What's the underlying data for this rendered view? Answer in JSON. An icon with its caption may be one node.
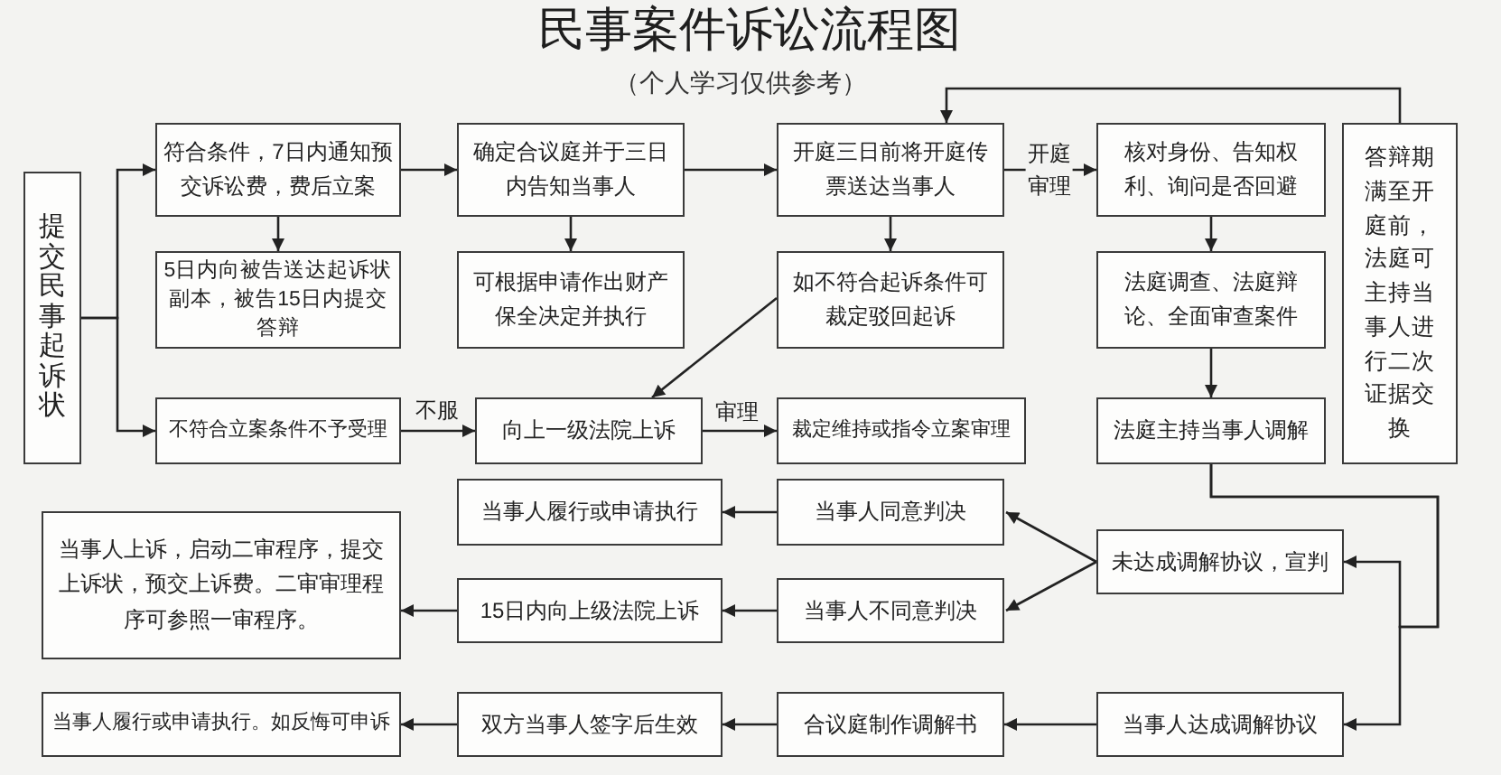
{
  "diagram": {
    "title": "民事案件诉讼流程图",
    "nodes": [
      {
        "text": [
          "提交民事起诉状"
        ]
      },
      {
        "text": [
          "符合条件，7日内通知预交诉讼费，费后立案"
        ]
      },
      {
        "text": [
          "5日内向被告送达起诉状副本，被告15日内提交答辩"
        ]
      },
      {
        "text": [
          "不符合立案条件不予受理"
        ]
      },
      {
        "text": [
          "确定合议庭并于三日内告知当事人"
        ]
      },
      {
        "text": [
          "可根据申请作出财产保全决定并执行"
        ]
      },
      {
        "text": [
          "向上一级法院上诉"
        ]
      },
      {
        "text": [
          "开庭三日前将开庭传票送达当事人"
        ]
      },
      {
        "text": [
          "如不符合起诉条件可裁定驳回起诉"
        ]
      },
      {
        "text": [
          "裁定维持或指令立案审理"
        ]
      },
      {
        "text": [
          "核对身份、告知权利、询问是否回避"
        ]
      },
      {
        "text": [
          "法庭调查、法庭辩论、全面审查案件"
        ]
      },
      {
        "text": [
          "法庭主持当事人调解"
        ]
      },
      {
        "text": [
          "答辩期满至开庭前，法庭可主持当事人进行二次证据交换"
        ]
      },
      {
        "text": [
          "当事人履行或申请执行"
        ]
      },
      {
        "text": [
          "当事人同意判决"
        ]
      },
      {
        "text": [
          "当事人上诉，启动二审程序，提交上诉状，预交上诉费。二审审理程序可参照一审程序。"
        ]
      },
      {
        "text": [
          "15日内向上级法院上诉"
        ]
      },
      {
        "text": [
          "当事人不同意判决"
        ]
      },
      {
        "text": [
          "未达成调解协议，宣判"
        ]
      },
      {
        "text": [
          "当事人履行或申请执行。如反悔可申诉"
        ]
      },
      {
        "text": [
          "双方当事人签字后生效"
        ]
      },
      {
        "text": [
          "合议庭制作调解书"
        ]
      },
      {
        "text": [
          "当事人达成调解协议"
        ]
      }
    ],
    "edges": [
      {
        "from": 0,
        "to": 1,
        "arrow": "to"
      },
      {
        "from": 0,
        "to": 3,
        "arrow": "to"
      },
      {
        "from": 1,
        "to": 2,
        "arrow": "to"
      },
      {
        "from": 1,
        "to": 4,
        "arrow": "to"
      },
      {
        "from": 4,
        "to": 5,
        "arrow": "to"
      },
      {
        "from": 4,
        "to": 7,
        "arrow": "to"
      },
      {
        "from": 7,
        "to": 8,
        "arrow": "to"
      },
      {
        "from": 7,
        "to": 10,
        "arrow": "to",
        "label": "开庭审理"
      },
      {
        "from": 10,
        "to": 11,
        "arrow": "to"
      },
      {
        "from": 11,
        "to": 12,
        "arrow": "to"
      },
      {
        "from": 13,
        "to": 7,
        "arrow": "to"
      },
      {
        "from": 8,
        "to": 6,
        "arrow": "to"
      },
      {
        "from": 3,
        "to": 6,
        "arrow": "to",
        "label": "不服"
      },
      {
        "from": 6,
        "to": 9,
        "arrow": "to",
        "label": "审理"
      },
      {
        "from": 12,
        "to": 19,
        "arrow": "to"
      },
      {
        "from": 12,
        "to": 23,
        "arrow": "to"
      },
      {
        "from": 19,
        "to": 15,
        "arrow": "to"
      },
      {
        "from": 19,
        "to": 18,
        "arrow": "to"
      },
      {
        "from": 15,
        "to": 14,
        "arrow": "to"
      },
      {
        "from": 18,
        "to": 17,
        "arrow": "to"
      },
      {
        "from": 17,
        "to": 16,
        "arrow": "to"
      },
      {
        "from": 23,
        "to": 22,
        "arrow": "to"
      },
      {
        "from": 22,
        "to": 21,
        "arrow": "to"
      },
      {
        "from": 21,
        "to": 20,
        "arrow": "to"
      }
    ],
    "labels": [
      "（个人学习仅供参考）"
    ]
  }
}
